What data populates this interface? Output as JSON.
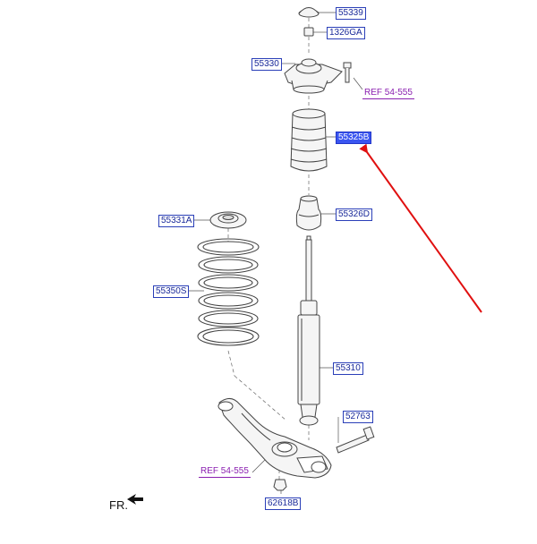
{
  "parts": {
    "p55339": "55339",
    "p1326GA": "1326GA",
    "p55330": "55330",
    "p55325": "55325B",
    "p55326": "55326D",
    "p55331": "55331A",
    "p55350": "55350S",
    "p55310": "55310",
    "p52763": "52763",
    "p62618": "62618B"
  },
  "refs": {
    "top": "REF 54-555",
    "bottom": "REF 54-555"
  },
  "direction_label": "FR.",
  "colors": {
    "label_border": "#2a3fb8",
    "label_text": "#1a2a9a",
    "selected_fill": "#3a55f0",
    "ref_text": "#8a1fb0",
    "pointer_arrow": "#e01010"
  }
}
